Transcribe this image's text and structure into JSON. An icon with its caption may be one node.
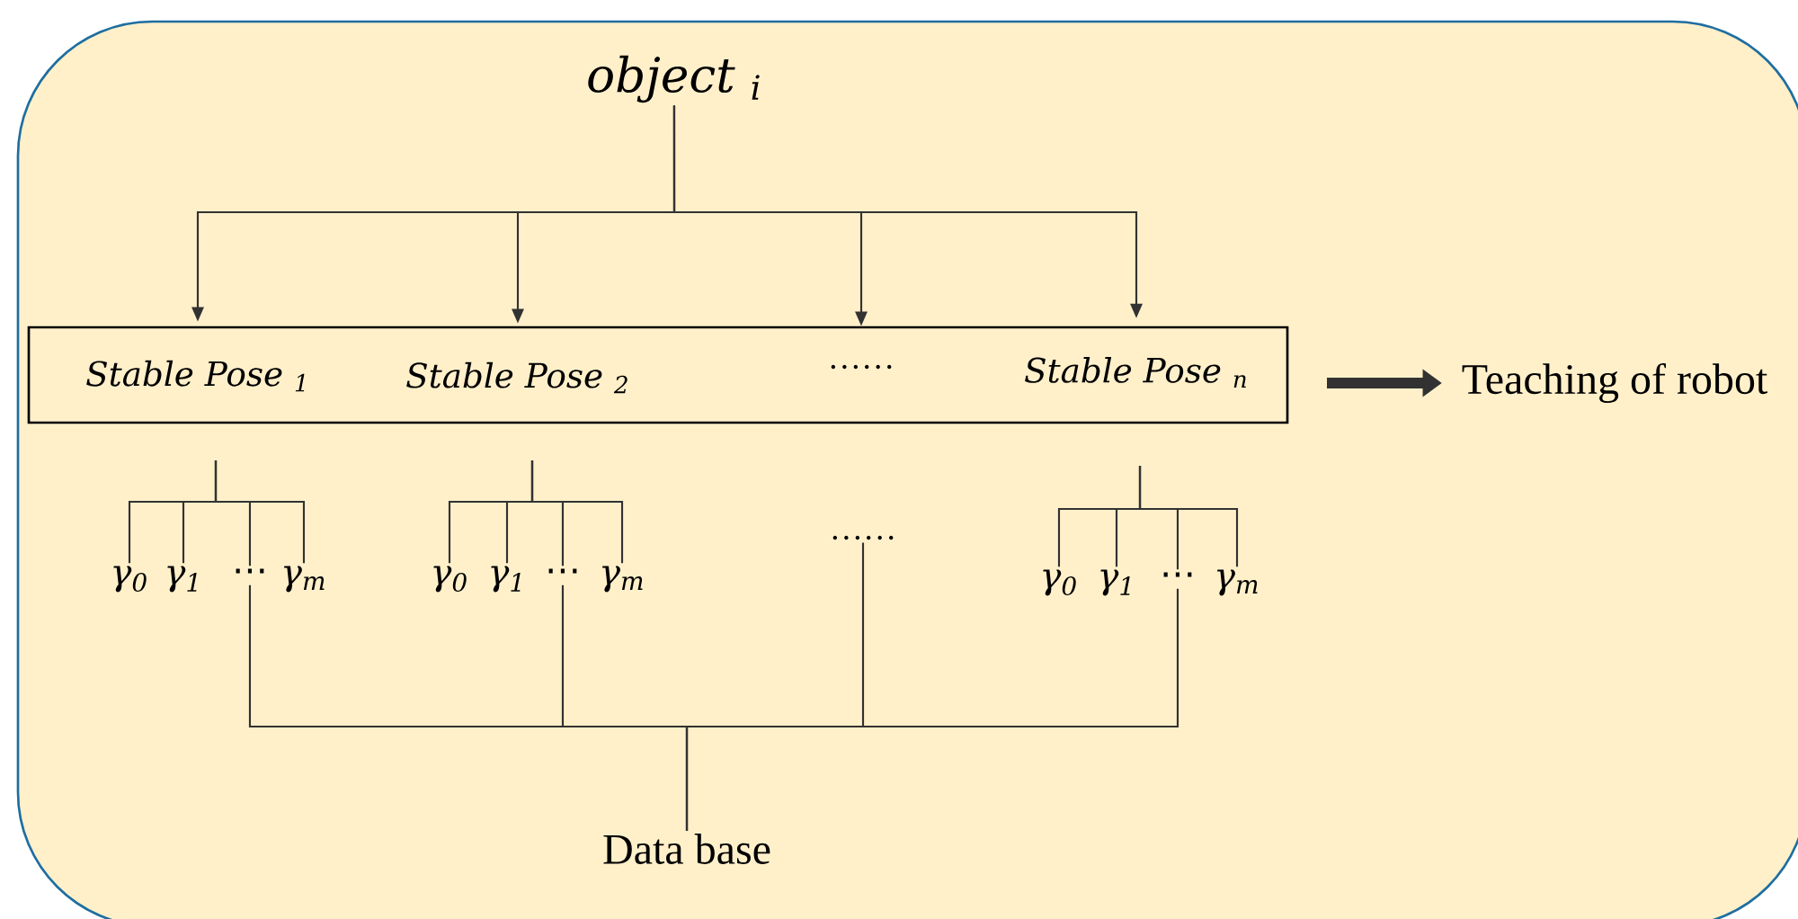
{
  "diagram": {
    "nodes": [
      {
        "text": [],
        "shape": "box"
      },
      {
        "text": [
          "object $_{i}$"
        ],
        "in": 0
      },
      {
        "text": [],
        "shape": "box",
        "in": 0
      },
      {
        "text": [
          "Stable Pose $_{1}$"
        ],
        "in": 2
      },
      {
        "text": [
          "Stable Pose $_{2}$"
        ],
        "in": 2
      },
      {
        "text": [
          "……"
        ],
        "in": 2
      },
      {
        "text": [
          "Stable Pose $_{n}$"
        ],
        "in": 2
      },
      {
        "text": [
          "Teaching of robot"
        ],
        "in": 0
      },
      {
        "text": [
          "γ$_{0}$"
        ],
        "in": 0
      },
      {
        "text": [
          "γ$_{1}$"
        ],
        "in": 0
      },
      {
        "text": [
          "⋯"
        ],
        "in": 0
      },
      {
        "text": [
          "γ$_{m}$"
        ],
        "in": 0
      },
      {
        "text": [
          "γ$_{0}$"
        ],
        "in": 0
      },
      {
        "text": [
          "γ$_{1}$"
        ],
        "in": 0
      },
      {
        "text": [
          "⋯"
        ],
        "in": 0
      },
      {
        "text": [
          "γ$_{m}$"
        ],
        "in": 0
      },
      {
        "text": [
          "……"
        ],
        "in": 0
      },
      {
        "text": [
          "γ$_{0}$"
        ],
        "in": 0
      },
      {
        "text": [
          "γ$_{1}$"
        ],
        "in": 0
      },
      {
        "text": [
          "⋯"
        ],
        "in": 0
      },
      {
        "text": [
          "γ$_{m}$"
        ],
        "in": 0
      },
      {
        "text": [
          "Data base"
        ],
        "in": 0
      }
    ],
    "edges": [
      {
        "from": 1,
        "to": 3,
        "arrow": "to"
      },
      {
        "from": 1,
        "to": 4,
        "arrow": "to"
      },
      {
        "from": 1,
        "to": 5,
        "arrow": "to"
      },
      {
        "from": 1,
        "to": 6,
        "arrow": "to"
      },
      {
        "from": 2,
        "to": 7,
        "arrow": "to",
        "style": "thick"
      },
      {
        "from": null,
        "to": 8,
        "arrow": "none"
      },
      {
        "from": null,
        "to": 9,
        "arrow": "none"
      },
      {
        "from": null,
        "to": 10,
        "arrow": "none"
      },
      {
        "from": null,
        "to": 11,
        "arrow": "none"
      },
      {
        "from": null,
        "to": 12,
        "arrow": "none"
      },
      {
        "from": null,
        "to": 13,
        "arrow": "none"
      },
      {
        "from": null,
        "to": 14,
        "arrow": "none"
      },
      {
        "from": null,
        "to": 15,
        "arrow": "none"
      },
      {
        "from": null,
        "to": 17,
        "arrow": "none"
      },
      {
        "from": null,
        "to": 18,
        "arrow": "none"
      },
      {
        "from": null,
        "to": 19,
        "arrow": "none"
      },
      {
        "from": null,
        "to": 20,
        "arrow": "none"
      },
      {
        "from": 10,
        "to": 21,
        "arrow": "none"
      },
      {
        "from": 14,
        "to": 21,
        "arrow": "none"
      },
      {
        "from": 16,
        "to": 21,
        "arrow": "none"
      },
      {
        "from": 19,
        "to": 21,
        "arrow": "none"
      }
    ]
  }
}
